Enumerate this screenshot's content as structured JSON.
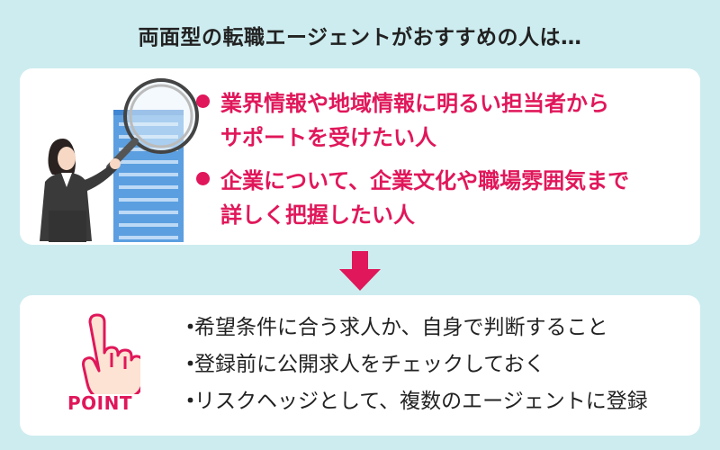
{
  "header": {
    "title": "両面型の転職エージェントがおすすめの人は…"
  },
  "audience": {
    "items": [
      {
        "text": "業界情報や地域情報に明るい担当者から\nサポートを受けたい人"
      },
      {
        "text": "企業について、企業文化や職場雰囲気まで\n詳しく把握したい人"
      }
    ],
    "bullet_color": "#e0175a"
  },
  "point": {
    "label": "POINT",
    "icon": "pointing-hand-icon",
    "tips": [
      "希望条件に合う求人か、自身で判断すること",
      "登録前に公開求人をチェックしておく",
      "リスクヘッジとして、複数のエージェントに登録"
    ]
  },
  "colors": {
    "background": "#cdecef",
    "accent": "#e0175a",
    "building": "#5b9fe0"
  }
}
